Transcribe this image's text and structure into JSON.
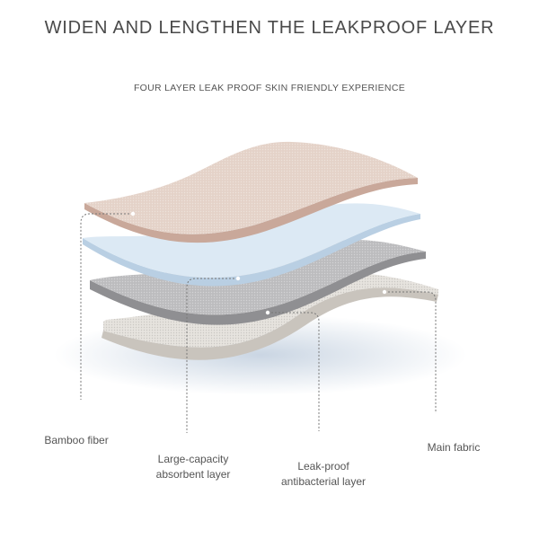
{
  "header": {
    "title": "WIDEN AND LENGTHEN THE LEAKPROOF LAYER",
    "subtitle": "FOUR LAYER LEAK PROOF SKIN FRIENDLY EXPERIENCE"
  },
  "layers": [
    {
      "label_lines": [
        "Bamboo fiber"
      ],
      "color": "#e4d2c8"
    },
    {
      "label_lines": [
        "Large-capacity",
        "absorbent layer"
      ],
      "color": "#dce9f4"
    },
    {
      "label_lines": [
        "Leak-proof",
        "antibacterial layer"
      ],
      "color": "#bcbcbe"
    },
    {
      "label_lines": [
        "Main fabric"
      ],
      "color": "#e6e3de"
    }
  ],
  "colors": {
    "text": "#555555",
    "leader_line": "#777777"
  }
}
